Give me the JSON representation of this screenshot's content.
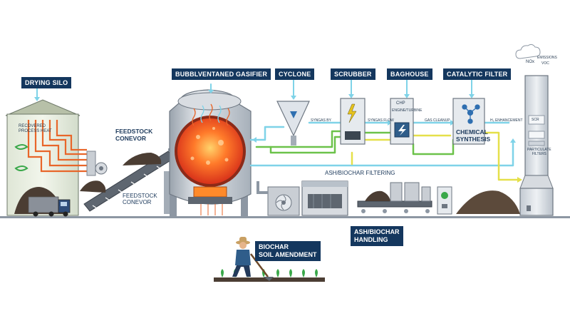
{
  "tags": {
    "drying_silo": "DRYING SILO",
    "gasifier": "BUBBLVENTANED GASIFIER",
    "cyclone": "CYCLONE",
    "scrubber": "SCRUBBER",
    "baghouse": "BAGHOUSE",
    "catalytic_filter": "CATALYTIC FILTER",
    "biochar_handling": [
      "ASH/BIOCHAR",
      "HANDLING"
    ],
    "soil_amendment": [
      "BIOCHAR",
      "SOIL AMENDMENT"
    ]
  },
  "labels": {
    "recovered_heat": [
      "RECOVERED",
      "PROCESS HEAT"
    ],
    "feedstock_conveyor_top": [
      "FEEDSTOCK",
      "CONEVOR"
    ],
    "feedstock_conveyor_bottom": [
      "FEEDSTOCK",
      "CONEVOR"
    ],
    "syngas_left": "SYNGAS BY",
    "syngas_flow": "SYNGAS FLOW",
    "chp_title": "CHP",
    "chp_sub": "ENGINE/TURBINE",
    "gas_cleanup": "GAS CLEANUP",
    "chemical_synthesis": [
      "CHEMICAL",
      "SYNTHESIS"
    ],
    "h2_enhancement": "H₂ ENHANCEMENT",
    "ash_filtering": "ASH/BIOCHAR FILTERING",
    "nox": "NOx",
    "emissions": "EMISSIONS",
    "voc": "VOC",
    "scr": "SCR",
    "particulate_filters": [
      "PARTICULATE",
      "FILTERS"
    ]
  },
  "colors": {
    "tag_bg": "#14375e",
    "heat_orange": "#e8662a",
    "steam_cyan": "#7fd3e8",
    "syngas_green": "#6cc24a",
    "clean_yellow": "#e5e04a",
    "steel": "#c9ced4",
    "fire_red": "#ff5a1f"
  },
  "icons": [
    "lightning-icon",
    "molecule-icon",
    "cloud-icon",
    "fan-icon",
    "truck-icon",
    "farmer-icon"
  ]
}
